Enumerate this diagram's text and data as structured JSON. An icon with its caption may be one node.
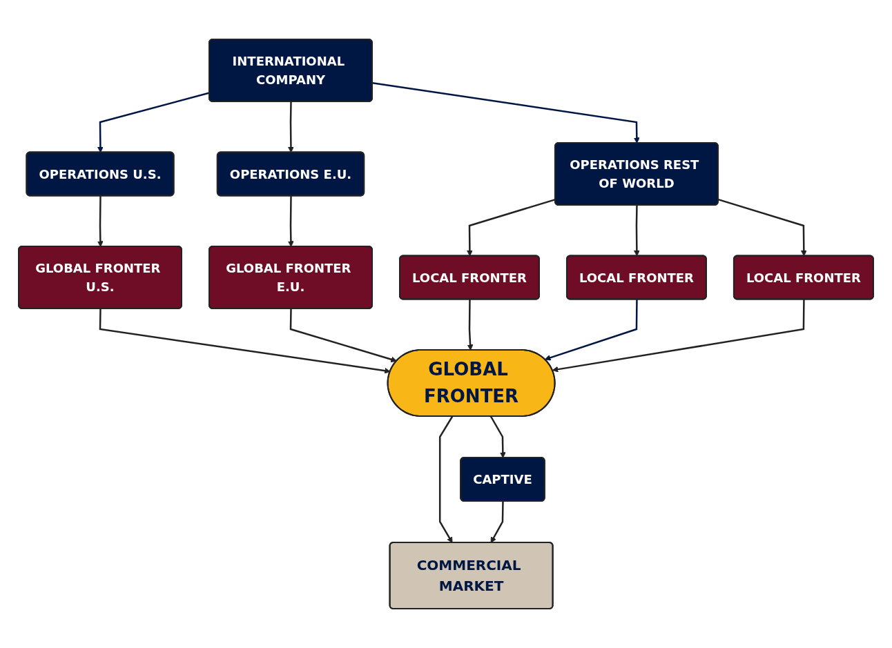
{
  "diagram": {
    "nodes": [
      {
        "text": [
          "INTERNATIONAL COMPANY"
        ]
      },
      {
        "text": [
          "OPERATIONS U.S."
        ]
      },
      {
        "text": [
          "OPERATIONS E.U."
        ]
      },
      {
        "text": [
          "OPERATIONS REST OF WORLD"
        ]
      },
      {
        "text": [
          "GLOBAL FRONTER U.S."
        ]
      },
      {
        "text": [
          "GLOBAL FRONTER E.U."
        ]
      },
      {
        "text": [
          "LOCAL FRONTER"
        ]
      },
      {
        "text": [
          "LOCAL FRONTER"
        ]
      },
      {
        "text": [
          "LOCAL FRONTER"
        ]
      },
      {
        "text": [
          "GLOBAL FRONTER"
        ]
      },
      {
        "text": [
          "COMMERCIAL MARKET"
        ]
      },
      {
        "text": [
          "CAPTIVE"
        ]
      }
    ],
    "edges": [
      {
        "from": 0,
        "to": 1,
        "arrow": "to",
        "color": "#001643"
      },
      {
        "from": 0,
        "to": 2,
        "arrow": "to"
      },
      {
        "from": 0,
        "to": 3,
        "arrow": "to",
        "color": "#001643"
      },
      {
        "from": 1,
        "to": 4,
        "arrow": "to"
      },
      {
        "from": 2,
        "to": 5,
        "arrow": "to"
      },
      {
        "from": 3,
        "to": 6,
        "arrow": "to"
      },
      {
        "from": 3,
        "to": 7,
        "arrow": "to"
      },
      {
        "from": 3,
        "to": 8,
        "arrow": "to"
      },
      {
        "from": 4,
        "to": 9,
        "arrow": "to"
      },
      {
        "from": 5,
        "to": 9,
        "arrow": "to"
      },
      {
        "from": 6,
        "to": 9,
        "arrow": "to"
      },
      {
        "from": 7,
        "to": 9,
        "arrow": "to",
        "color": "#001643"
      },
      {
        "from": 8,
        "to": 9,
        "arrow": "to"
      },
      {
        "from": 9,
        "to": 10,
        "arrow": "to"
      },
      {
        "from": 9,
        "to": 11,
        "arrow": "to"
      },
      {
        "from": 11,
        "to": 10,
        "arrow": "to"
      }
    ]
  }
}
